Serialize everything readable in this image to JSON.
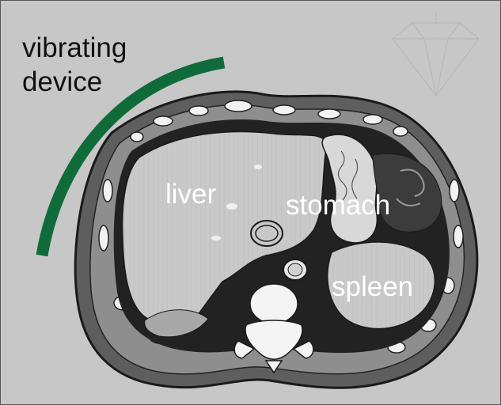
{
  "labels": {
    "device_line1": "vibrating",
    "device_line2": "device",
    "liver": "liver",
    "stomach": "stomach",
    "spleen": "spleen"
  },
  "colors": {
    "background": "#c7c7c7",
    "device_arc": "#0f6b3a",
    "outer_tissue": "#5e5e5e",
    "inner_cavity": "#222222",
    "organ": "#c8c8c8",
    "bone": "#f4f4f4"
  },
  "icons": {
    "watermark": "diamond-logo-watermark-icon"
  }
}
